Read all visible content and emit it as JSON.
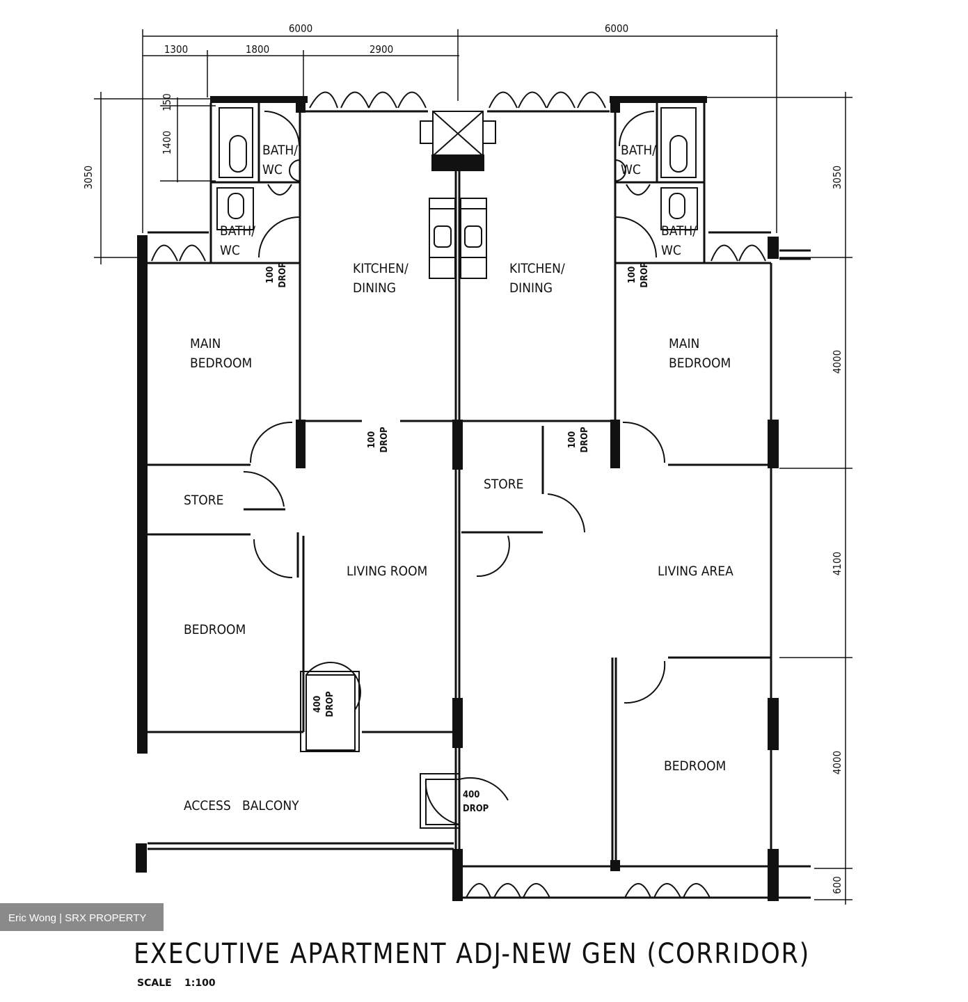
{
  "title": "EXECUTIVE APARTMENT ADJ-NEW GEN (CORRIDOR)",
  "scale": {
    "label": "SCALE",
    "value": "1:100"
  },
  "watermark": "Eric Wong | SRX PROPERTY",
  "rooms": {
    "bath_wc_top_left": [
      "BATH/",
      "WC"
    ],
    "bath_wc_left": [
      "BATH/",
      "WC"
    ],
    "bath_wc_top_right": [
      "BATH/",
      "WC"
    ],
    "bath_wc_right": [
      "BATH/",
      "WC"
    ],
    "kitchen_left": [
      "KITCHEN/",
      "DINING"
    ],
    "kitchen_right": [
      "KITCHEN/",
      "DINING"
    ],
    "main_bedroom_left": [
      "MAIN",
      "BEDROOM"
    ],
    "main_bedroom_right": [
      "MAIN",
      "BEDROOM"
    ],
    "store_left": "STORE",
    "store_right": "STORE",
    "living_left": "LIVING ROOM",
    "living_right": "LIVING AREA",
    "bedroom_left": "BEDROOM",
    "bedroom_right": "BEDROOM",
    "access_balcony": "ACCESS   BALCONY"
  },
  "dimensions": {
    "top_left_total": "6000",
    "top_right_total": "6000",
    "top_seg_1": "1300",
    "top_seg_2": "1800",
    "top_seg_3": "2900",
    "left_outer": "3050",
    "left_inner_1": "1400",
    "left_inner_2": "150",
    "right_1": "3050",
    "right_2": "4000",
    "right_3": "4100",
    "right_4": "4000",
    "right_5": "600"
  },
  "drops": {
    "drop_label": "DROP",
    "left_bath": "100",
    "right_bath": "100",
    "living_left": "100",
    "living_right": "100",
    "bedroom_left": "400",
    "balcony": "400"
  }
}
